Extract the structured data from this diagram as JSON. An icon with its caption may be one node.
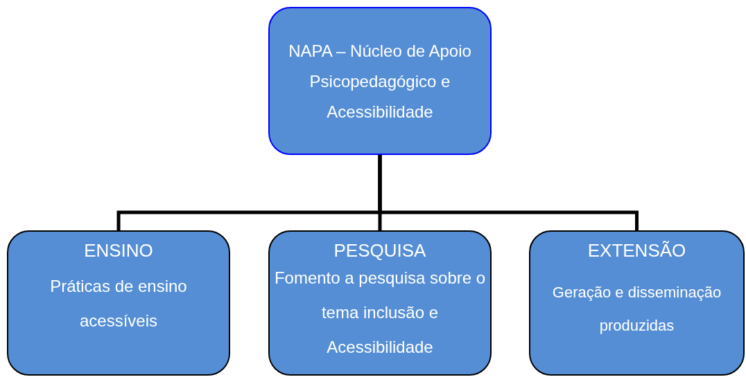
{
  "diagram": {
    "nodes": [
      {
        "text": [
          "NAPA – Núcleo de Apoio Psicopedagógico e Acessibilidade"
        ]
      },
      {
        "text": [
          "ENSINO",
          "Práticas de ensino acessíveis"
        ]
      },
      {
        "text": [
          "PESQUISA",
          "Fomento a pesquisa sobre o tema inclusão e Acessibilidade"
        ]
      },
      {
        "text": [
          "EXTENSÃO",
          "Geração e disseminação produzidas"
        ]
      }
    ],
    "edges": [
      {
        "from": 0,
        "to": 1,
        "arrow": "none"
      },
      {
        "from": 0,
        "to": 2,
        "arrow": "none"
      },
      {
        "from": 0,
        "to": 3,
        "arrow": "none"
      }
    ]
  }
}
